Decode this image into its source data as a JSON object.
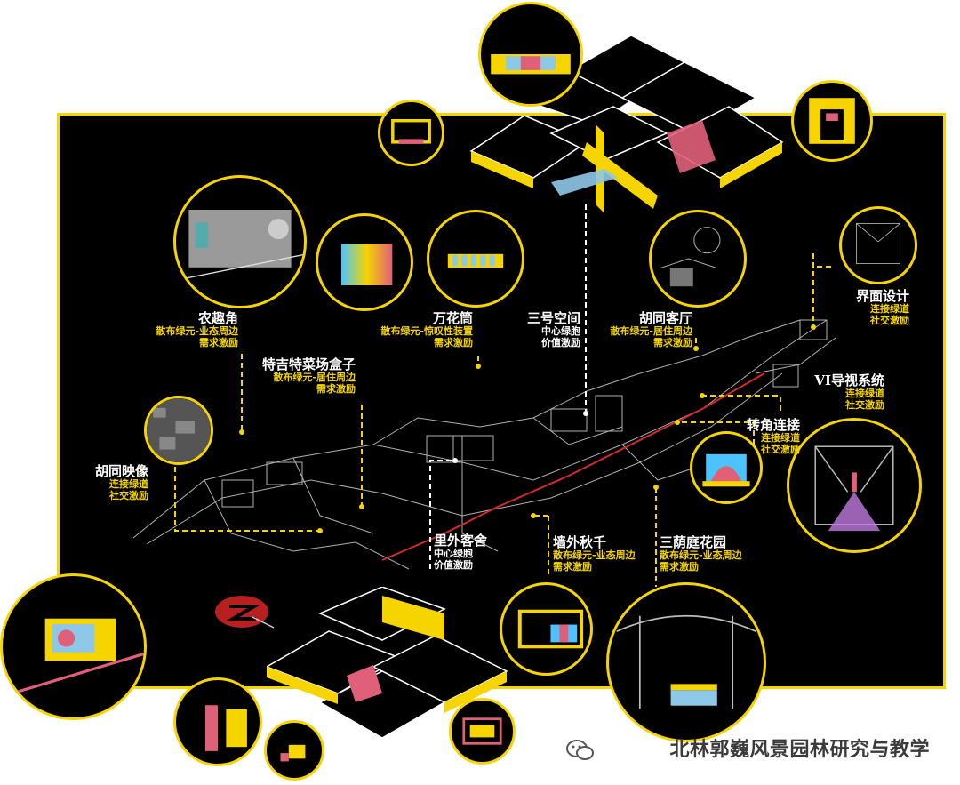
{
  "nodes": [
    {
      "id": "nongqujiao",
      "title": "农趣角",
      "lines": [
        "散布绿元-业态周边",
        "需求激励"
      ]
    },
    {
      "id": "teji",
      "title": "特吉特菜场盒子",
      "lines": [
        "散布绿元-居住周边",
        "需求激励"
      ]
    },
    {
      "id": "wanhuatong",
      "title": "万花筒",
      "lines": [
        "散布绿元-惊叹性装置",
        "需求激励"
      ]
    },
    {
      "id": "sanhao",
      "title": "三号空间",
      "lines": [
        "中心绿胞",
        "价值激励"
      ]
    },
    {
      "id": "hutongketing",
      "title": "胡同客厅",
      "lines": [
        "散布绿元-居住周边",
        "需求激励"
      ]
    },
    {
      "id": "jiemian",
      "title": "界面设计",
      "lines": [
        "连接绿道",
        "社交激励"
      ]
    },
    {
      "id": "vi",
      "title": "VI导视系统",
      "lines": [
        "连接绿道",
        "社交激励"
      ]
    },
    {
      "id": "zhuanjiao",
      "title": "转角连接",
      "lines": [
        "连接绿道",
        "社交激励"
      ]
    },
    {
      "id": "hutongyingxiang",
      "title": "胡同映像",
      "lines": [
        "连接绿道",
        "社交激励"
      ]
    },
    {
      "id": "liwai",
      "title": "里外客舍",
      "lines": [
        "中心绿胞",
        "价值激励"
      ]
    },
    {
      "id": "qiangwai",
      "title": "墙外秋千",
      "lines": [
        "散布绿元-业态周边",
        "需求激励"
      ]
    },
    {
      "id": "sanyin",
      "title": "三荫庭花园",
      "lines": [
        "散布绿元-业态周边",
        "需求激励"
      ]
    }
  ],
  "watermark": "北林郭巍风景园林研究与教学",
  "colors": {
    "accent": "#f5d400",
    "panel": "#000000",
    "pink": "#e0607a",
    "blue": "#8ec8e8",
    "red": "#d22b2b"
  }
}
